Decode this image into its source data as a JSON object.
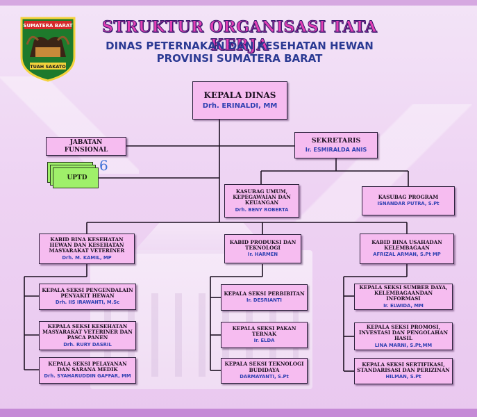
{
  "header": {
    "title": "STRUKTUR ORGANISASI TATA KERJA",
    "subtitle_line1": "DINAS PETERNAKAN DAN KESEHATAN HEWAN",
    "subtitle_line2": "PROVINSI SUMATERA BARAT",
    "logo_top_text": "SUMATERA BARAT",
    "logo_bottom_text": "TUAH SAKATO"
  },
  "annotation": "6",
  "boxes": {
    "kepala_dinas": {
      "title": "KEPALA DINAS",
      "name": "Drh. ERINALDI, MM"
    },
    "jabatan_fungsional": {
      "title": "JABATAN FUNSIONAL"
    },
    "sekretaris": {
      "title": "SEKRETARIS",
      "name": "Ir. ESMIRALDA ANIS"
    },
    "uptd": {
      "title": "UPTD"
    },
    "kasubag_umum": {
      "title": "KASUBAG UMUM, KEPEGAWAIAN DAN KEUANGAN",
      "name": "Drh. BENY ROBERTA"
    },
    "kasubag_program": {
      "title": "KASUBAG PROGRAM",
      "name": "ISNANDAR PUTRA, S.Pt"
    },
    "kabid_kesehatan": {
      "title": "KABID BINA KESEHATAN HEWAN DAN KESEHATAN MASYARAKAT VETERINER",
      "name": "Drh. M. KAMIL, MP"
    },
    "kabid_produksi": {
      "title": "KABID PRODUKSI DAN TEKNOLOGI",
      "name": "Ir. HARMEN"
    },
    "kabid_usaha": {
      "title": "KABID BINA USAHADAN KELEMBAGAAN",
      "name": "AFRIZAL ARMAN, S.Pt MP"
    },
    "seksi_pengendalian": {
      "title": "KEPALA SEKSI PENGENDALAIN PENYAKIT HEWAN",
      "name": "Drh. IIS IRAWANTI, M.Sc"
    },
    "seksi_kesmavet": {
      "title": "KEPALA SEKSI KESEHATAN MASYARAKAT VETERINER DAN PASCA PANEN",
      "name": "Drh. RURY DASRIL"
    },
    "seksi_pelayanan": {
      "title": "KEPALA SEKSI PELAYANAN DAN SARANA MEDIK",
      "name": "Drh. SYAHARUDDIN GAFFAR, MM"
    },
    "seksi_perbibitan": {
      "title": "KEPALA SEKSI PERBIBITAN",
      "name": "Ir. DESRIANTI"
    },
    "seksi_pakan": {
      "title": "KEPALA SEKSI PAKAN TERNAK",
      "name": "Ir. ELDA"
    },
    "seksi_teknologi": {
      "title": "KEPALA SEKSI TEKNOLOGI BUDIDAYA",
      "name": "DARMAYANTI, S.Pt"
    },
    "seksi_sumberdaya": {
      "title": "KEPALA SEKSI SUMBER DAYA, KELEMBAGAANDAN INFORMASI",
      "name": "Ir. ELWIDA, MM"
    },
    "seksi_promosi": {
      "title": "KEPALA SEKSI PROMOSI, INVESTASI DAN PENGOLAHAN HASIL",
      "name": "LINA MARNI, S.Pt,MM"
    },
    "seksi_sertifikasi": {
      "title": "KEPALA SEKSI SERTIFIKASI, STANDARISASI DAN PERIZINAN",
      "name": "HILMAN, S.Pt"
    }
  },
  "colors": {
    "box_fill": "#f6bcf0",
    "uptd_fill": "#9ff06a",
    "title_fill": "#e23fb5",
    "subtitle": "#2b3a93",
    "name_text": "#2d3fb0"
  }
}
